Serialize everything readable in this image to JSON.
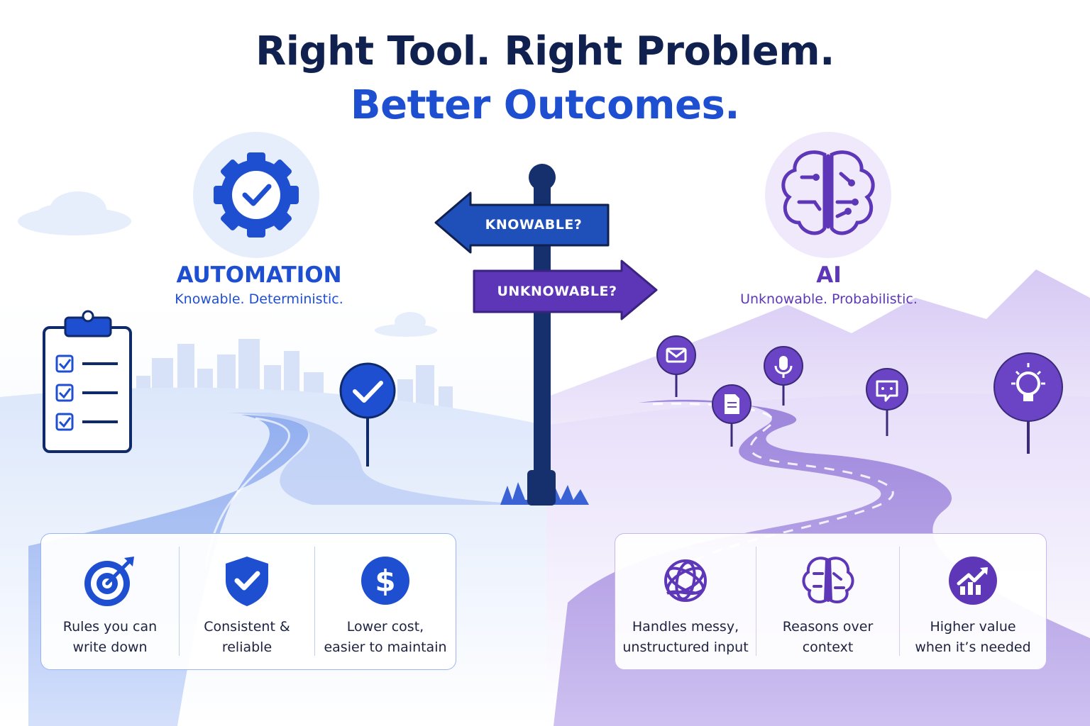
{
  "title": {
    "line1": "Right Tool. Right Problem.",
    "line2": "Better Outcomes."
  },
  "signpost": {
    "left_sign": "KNOWABLE?",
    "right_sign": "UNKNOWABLE?"
  },
  "automation": {
    "heading": "AUTOMATION",
    "subheading": "Knowable. Deterministic.",
    "icon": "gear-check-icon",
    "features": [
      {
        "icon": "target-icon",
        "line1": "Rules you can",
        "line2": "write down"
      },
      {
        "icon": "shield-check-icon",
        "line1": "Consistent &",
        "line2": "reliable"
      },
      {
        "icon": "dollar-icon",
        "line1": "Lower cost,",
        "line2": "easier to maintain"
      }
    ]
  },
  "ai": {
    "heading": "AI",
    "subheading": "Unknowable. Probabilistic.",
    "icon": "brain-circuit-icon",
    "features": [
      {
        "icon": "tangle-icon",
        "line1": "Handles messy,",
        "line2": "unstructured input"
      },
      {
        "icon": "brain-icon",
        "line1": "Reasons over",
        "line2": "context"
      },
      {
        "icon": "growth-chart-icon",
        "line1": "Higher value",
        "line2": "when it’s needed"
      }
    ]
  },
  "colors": {
    "navy": "#10214f",
    "automation_blue": "#1f4fd1",
    "ai_purple": "#5e37b8"
  }
}
